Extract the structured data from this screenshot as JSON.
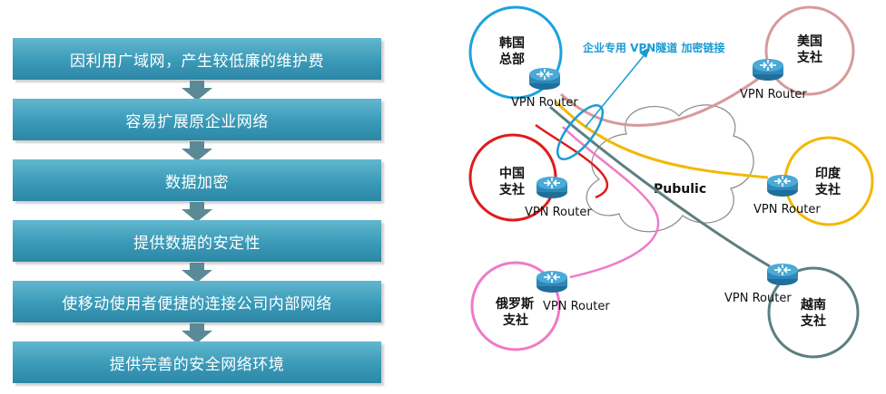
{
  "flow": {
    "steps": [
      {
        "label": "因利用广域网，产生较低廉的维护费"
      },
      {
        "label": "容易扩展原企业网络"
      },
      {
        "label": "数据加密"
      },
      {
        "label": "提供数据的安定性"
      },
      {
        "label": "使移动使用者便捷的连接公司内部网络"
      },
      {
        "label": "提供完善的安全网络环境"
      }
    ],
    "box_color": "#3a9ab8",
    "arrow_color": "#5a8a96"
  },
  "network": {
    "vpn_tunnel_label": "企业专用 VPN隧道 加密链接",
    "cloud_label": "Pubulic",
    "sites": {
      "korea": {
        "line1": "韩国",
        "line2": "总部",
        "router": "VPN Router",
        "color": "#1aa3dd"
      },
      "usa": {
        "line1": "美国",
        "line2": "支社",
        "router": "VPN Router",
        "color": "#d79a9a"
      },
      "china": {
        "line1": "中国",
        "line2": "支社",
        "router": "VPN Router",
        "color": "#e01b1b"
      },
      "india": {
        "line1": "印度",
        "line2": "支社",
        "router": "VPN Router",
        "color": "#f2b800"
      },
      "russia": {
        "line1": "俄罗斯",
        "line2": "支社",
        "router": "VPN Router",
        "color": "#f07ac8"
      },
      "vietnam": {
        "line1": "越南",
        "line2": "支社",
        "router": "VPN Router",
        "color": "#5b7f80"
      }
    },
    "router_icon": "router-icon",
    "cloud_icon": "cloud-icon"
  }
}
